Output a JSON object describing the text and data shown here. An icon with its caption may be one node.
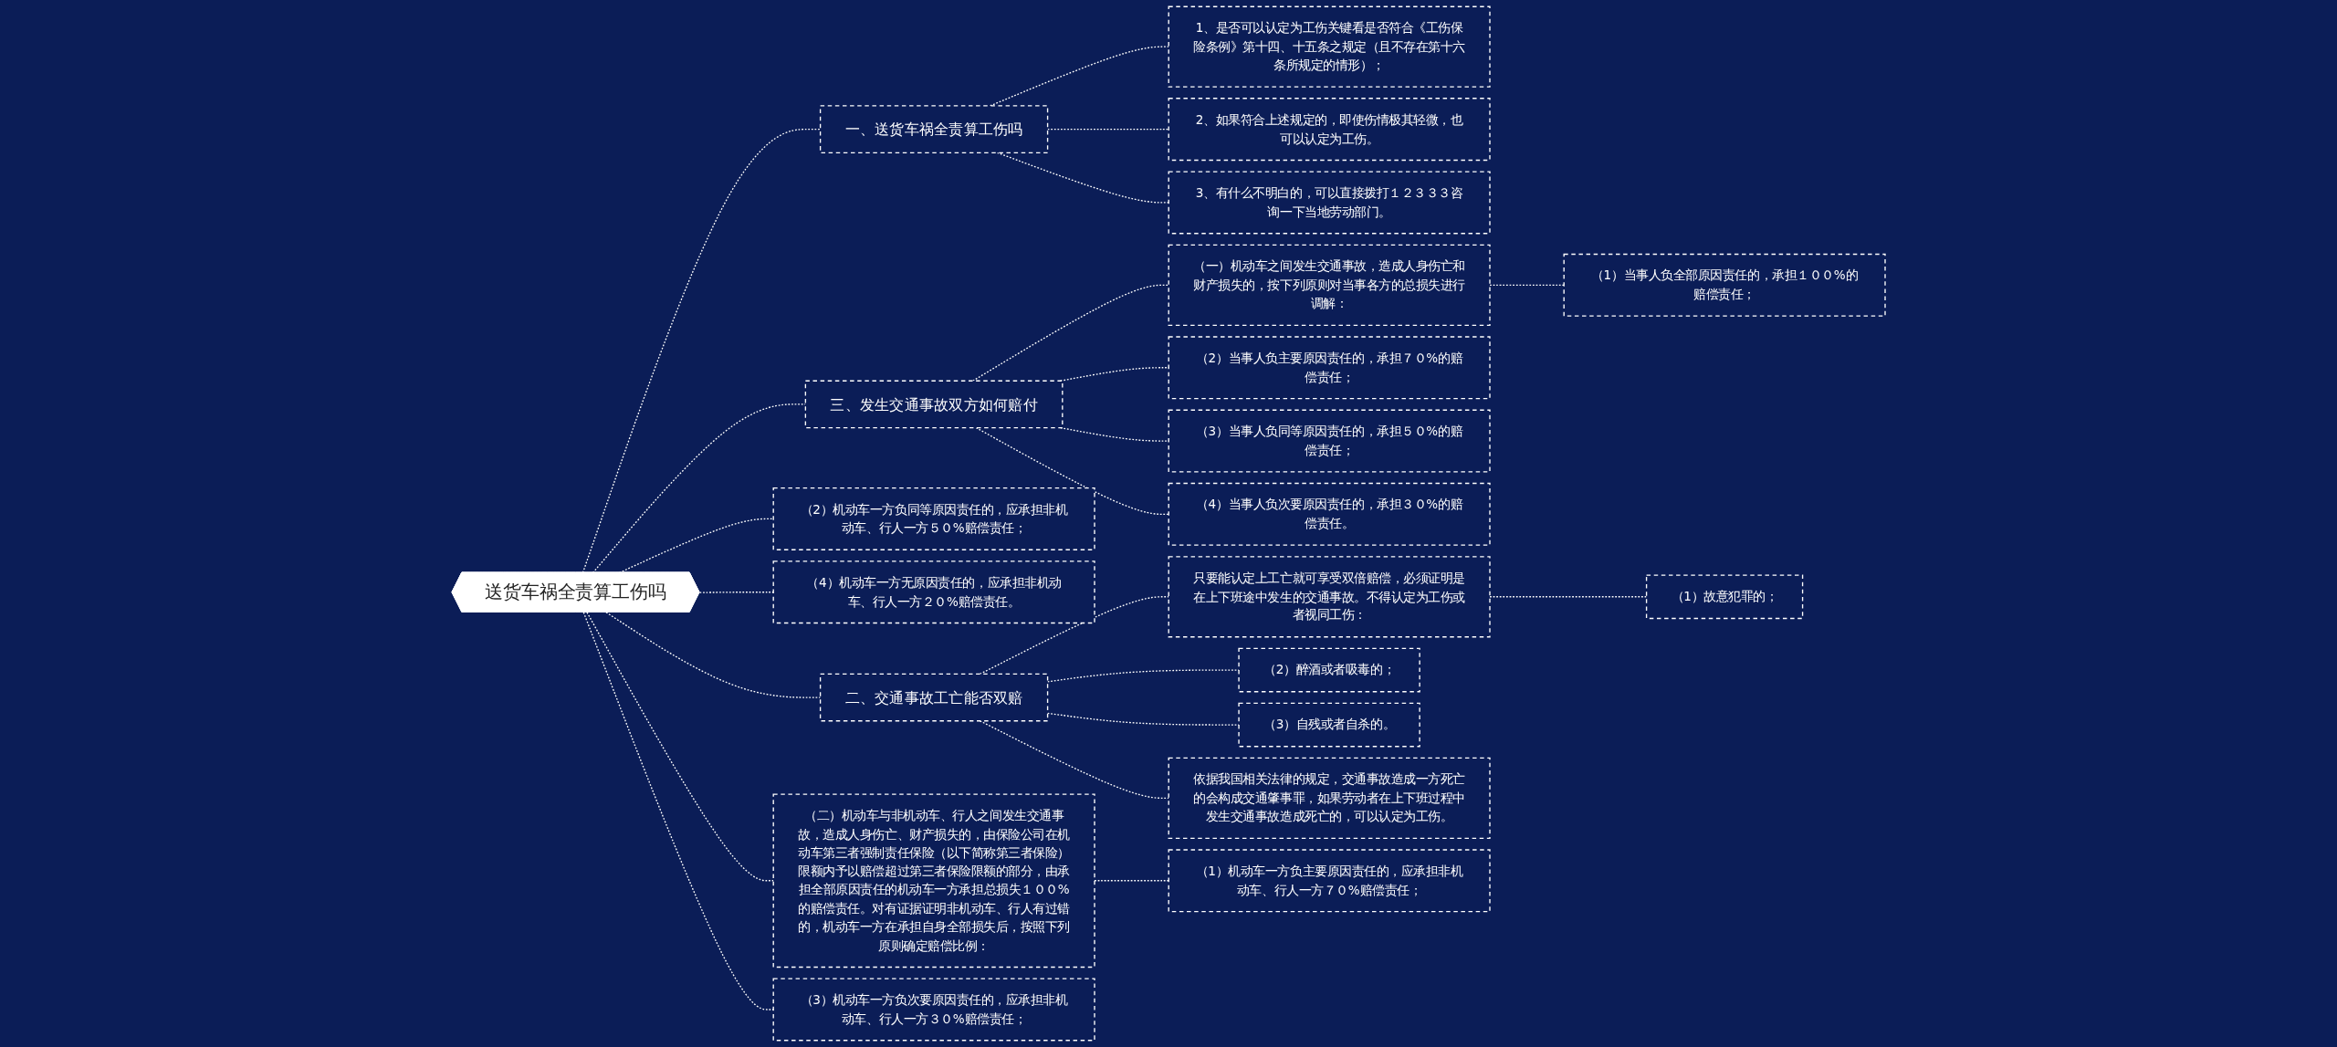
{
  "diagram": {
    "nodes": [
      {
        "text": [
          "送货车祸全责算工伤吗"
        ]
      },
      {
        "text": [
          "一、送货车祸全责算工伤吗"
        ]
      },
      {
        "text": [
          "1、是否可以认定为工伤关键看是否符合《工伤保险条例》第十四、十五条之规定（且不存在第十六条所规定的情形）；"
        ]
      },
      {
        "text": [
          "2、如果符合上述规定的，即使伤情极其轻微，也可以认定为工伤。"
        ]
      },
      {
        "text": [
          "3、有什么不明白的，可以直接拨打１２３３３咨询一下当地劳动部门。"
        ]
      },
      {
        "text": [
          "三、发生交通事故双方如何赔付"
        ]
      },
      {
        "text": [
          "（一）机动车之间发生交通事故，造成人身伤亡和财产损失的，按下列原则对当事各方的总损失进行调解："
        ]
      },
      {
        "text": [
          "（1）当事人负全部原因责任的，承担１００%的赔偿责任；"
        ]
      },
      {
        "text": [
          "（2）当事人负主要原因责任的，承担７０%的赔偿责任；"
        ]
      },
      {
        "text": [
          "（3）当事人负同等原因责任的，承担５０%的赔偿责任；"
        ]
      },
      {
        "text": [
          "（4）当事人负次要原因责任的，承担３０%的赔偿责任。"
        ]
      },
      {
        "text": [
          "（2）机动车一方负同等原因责任的，应承担非机动车、行人一方５０%赔偿责任；"
        ]
      },
      {
        "text": [
          "（4）机动车一方无原因责任的，应承担非机动车、行人一方２０%赔偿责任。"
        ]
      },
      {
        "text": [
          "二、交通事故工亡能否双赔"
        ]
      },
      {
        "text": [
          "只要能认定上工亡就可享受双倍赔偿，必须证明是在上下班途中发生的交通事故。不得认定为工伤或者视同工伤："
        ]
      },
      {
        "text": [
          "（1）故意犯罪的；"
        ]
      },
      {
        "text": [
          "（2）醉酒或者吸毒的；"
        ]
      },
      {
        "text": [
          "（3）自残或者自杀的。"
        ]
      },
      {
        "text": [
          "依据我国相关法律的规定，交通事故造成一方死亡的会构成交通肇事罪，如果劳动者在上下班过程中发生交通事故造成死亡的，可以认定为工伤。"
        ]
      },
      {
        "text": [
          "（二）机动车与非机动车、行人之间发生交通事故，造成人身伤亡、财产损失的，由保险公司在机动车第三者强制责任保险（以下简称第三者保险）限额内予以赔偿超过第三者保险限额的部分，由承担全部原因责任的机动车一方承担总损失１００%的赔偿责任。对有证据证明非机动车、行人有过错的，机动车一方在承担自身全部损失后，按照下列原则确定赔偿比例："
        ]
      },
      {
        "text": [
          "（1）机动车一方负主要原因责任的，应承担非机动车、行人一方７０%赔偿责任；"
        ]
      },
      {
        "text": [
          "（3）机动车一方负次要原因责任的，应承担非机动车、行人一方３０%赔偿责任；"
        ]
      }
    ],
    "edges": [
      {
        "from": 0,
        "to": 1,
        "arrow": "none",
        "style": "dashed"
      },
      {
        "from": 1,
        "to": 2,
        "arrow": "none",
        "style": "dashed"
      },
      {
        "from": 1,
        "to": 3,
        "arrow": "none",
        "style": "dashed"
      },
      {
        "from": 1,
        "to": 4,
        "arrow": "none",
        "style": "dashed"
      },
      {
        "from": 0,
        "to": 5,
        "arrow": "none",
        "style": "dashed"
      },
      {
        "from": 5,
        "to": 6,
        "arrow": "none",
        "style": "dashed"
      },
      {
        "from": 6,
        "to": 7,
        "arrow": "none",
        "style": "dashed"
      },
      {
        "from": 5,
        "to": 8,
        "arrow": "none",
        "style": "dashed"
      },
      {
        "from": 5,
        "to": 9,
        "arrow": "none",
        "style": "dashed"
      },
      {
        "from": 5,
        "to": 10,
        "arrow": "none",
        "style": "dashed"
      },
      {
        "from": 0,
        "to": 11,
        "arrow": "none",
        "style": "dashed"
      },
      {
        "from": 0,
        "to": 12,
        "arrow": "none",
        "style": "dashed"
      },
      {
        "from": 0,
        "to": 13,
        "arrow": "none",
        "style": "dashed"
      },
      {
        "from": 13,
        "to": 14,
        "arrow": "none",
        "style": "dashed"
      },
      {
        "from": 14,
        "to": 15,
        "arrow": "none",
        "style": "dashed"
      },
      {
        "from": 13,
        "to": 16,
        "arrow": "none",
        "style": "dashed"
      },
      {
        "from": 13,
        "to": 17,
        "arrow": "none",
        "style": "dashed"
      },
      {
        "from": 13,
        "to": 18,
        "arrow": "none",
        "style": "dashed"
      },
      {
        "from": 0,
        "to": 19,
        "arrow": "none",
        "style": "dashed"
      },
      {
        "from": 19,
        "to": 20,
        "arrow": "none",
        "style": "dashed"
      },
      {
        "from": 0,
        "to": 21,
        "arrow": "none",
        "style": "dashed"
      }
    ]
  }
}
